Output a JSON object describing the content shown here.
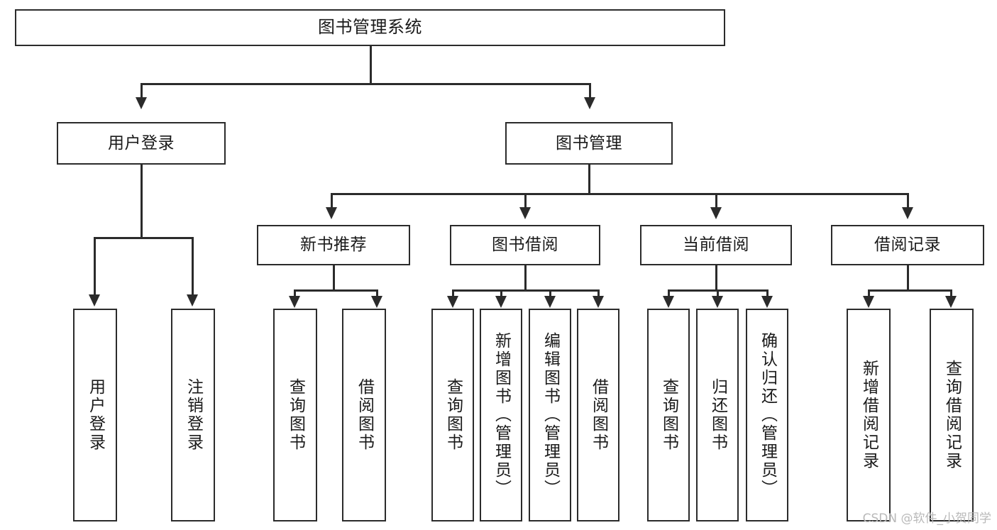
{
  "diagram": {
    "type": "tree-hierarchy",
    "title": "图书管理系统",
    "watermark": "CSDN @软件_小贺同学",
    "colors": {
      "stroke": "#2b2b2b",
      "fill": "#ffffff",
      "text": "#1a1a1a",
      "watermark": "#b9b9b9"
    },
    "nodes": {
      "root": {
        "label": "图书管理系统"
      },
      "level1": [
        {
          "id": "user-login",
          "label": "用户登录"
        },
        {
          "id": "book-management",
          "label": "图书管理"
        }
      ],
      "level2": [
        {
          "id": "new-book-recommend",
          "label": "新书推荐"
        },
        {
          "id": "book-borrow",
          "label": "图书借阅"
        },
        {
          "id": "current-borrow",
          "label": "当前借阅"
        },
        {
          "id": "borrow-record",
          "label": "借阅记录"
        }
      ],
      "leaves": {
        "user-login": [
          {
            "id": "leaf-user-login",
            "label": "用户登录"
          },
          {
            "id": "leaf-logout-login",
            "label": "注销登录"
          }
        ],
        "new-book-recommend": [
          {
            "id": "leaf-query-book-1",
            "label": "查询图书"
          },
          {
            "id": "leaf-borrow-book-1",
            "label": "借阅图书"
          }
        ],
        "book-borrow": [
          {
            "id": "leaf-query-book-2",
            "label": "查询图书"
          },
          {
            "id": "leaf-add-book",
            "label": "新增图书（管理员）"
          },
          {
            "id": "leaf-edit-book",
            "label": "编辑图书（管理员）"
          },
          {
            "id": "leaf-borrow-book-2",
            "label": "借阅图书"
          }
        ],
        "current-borrow": [
          {
            "id": "leaf-query-book-3",
            "label": "查询图书"
          },
          {
            "id": "leaf-return-book",
            "label": "归还图书"
          },
          {
            "id": "leaf-confirm-return",
            "label": "确认归还（管理员）"
          }
        ],
        "borrow-record": [
          {
            "id": "leaf-add-record",
            "label": "新增借阅记录"
          },
          {
            "id": "leaf-query-record",
            "label": "查询借阅记录"
          }
        ]
      }
    }
  }
}
